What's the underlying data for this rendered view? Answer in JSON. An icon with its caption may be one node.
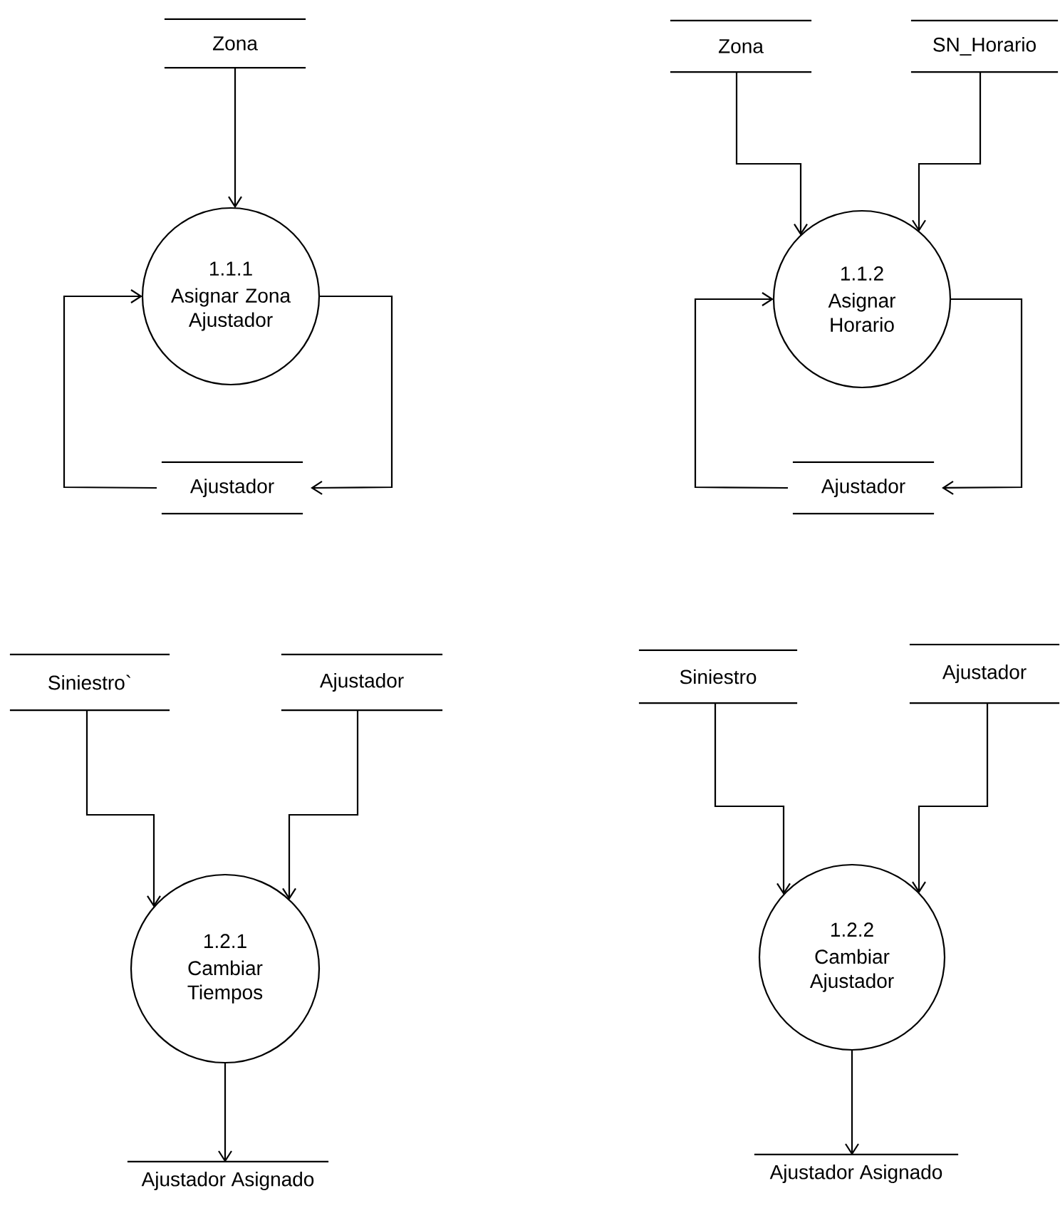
{
  "diagram": {
    "nodes": [
      {
        "text": [
          "Zona"
        ]
      },
      {
        "text": [
          "1.1.1",
          "Asignar Zona Ajustador"
        ]
      },
      {
        "text": [
          "Ajustador"
        ]
      },
      {
        "text": [
          "Zona"
        ]
      },
      {
        "text": [
          "SN_Horario"
        ]
      },
      {
        "text": [
          "1.1.2",
          "Asignar Horario"
        ]
      },
      {
        "text": [
          "Ajustador"
        ]
      },
      {
        "text": [
          "Siniestro`"
        ]
      },
      {
        "text": [
          "Ajustador"
        ]
      },
      {
        "text": [
          "1.2.1",
          "Cambiar Tiempos"
        ]
      },
      {
        "text": [
          "Ajustador Asignado"
        ]
      },
      {
        "text": [
          "Siniestro"
        ]
      },
      {
        "text": [
          "Ajustador"
        ]
      },
      {
        "text": [
          "1.2.2",
          "Cambiar Ajustador"
        ]
      },
      {
        "text": [
          "Ajustador Asignado"
        ]
      }
    ],
    "edges": [
      {
        "from": 0,
        "to": 1,
        "arrow": "to"
      },
      {
        "from": 1,
        "to": 2,
        "arrow": "to"
      },
      {
        "from": 2,
        "to": 1,
        "arrow": "to"
      },
      {
        "from": 3,
        "to": 5,
        "arrow": "to"
      },
      {
        "from": 4,
        "to": 5,
        "arrow": "to"
      },
      {
        "from": 5,
        "to": 6,
        "arrow": "to"
      },
      {
        "from": 6,
        "to": 5,
        "arrow": "to"
      },
      {
        "from": 7,
        "to": 9,
        "arrow": "to"
      },
      {
        "from": 8,
        "to": 9,
        "arrow": "to"
      },
      {
        "from": 9,
        "to": 10,
        "arrow": "to"
      },
      {
        "from": 11,
        "to": 13,
        "arrow": "to"
      },
      {
        "from": 12,
        "to": 13,
        "arrow": "to"
      },
      {
        "from": 13,
        "to": 14,
        "arrow": "to"
      }
    ]
  }
}
